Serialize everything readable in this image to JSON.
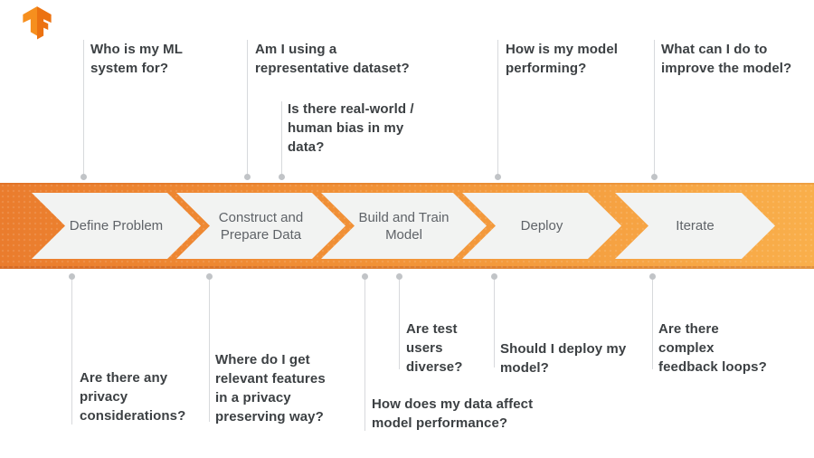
{
  "brand": {
    "logo": "TensorFlow"
  },
  "colors": {
    "band_left": "#EA7C2D",
    "band_right": "#F9AF4B",
    "chevron_fill": "#F2F3F2",
    "question_text": "#3C4043",
    "stage_text": "#5F6368",
    "connector_line": "#D7D9DC",
    "connector_dot": "#C1C4C7",
    "logo_orange_light": "#F68F1E",
    "logo_orange_dark": "#EC7211"
  },
  "stages": [
    {
      "label": "Define Problem"
    },
    {
      "label": "Construct and Prepare Data"
    },
    {
      "label": "Build and Train Model"
    },
    {
      "label": "Deploy"
    },
    {
      "label": "Iterate"
    }
  ],
  "top_questions": [
    {
      "text": "Who is my ML system for?"
    },
    {
      "text": "Am I using a representative dataset?"
    },
    {
      "text": "Is there real-world / human bias in my data?"
    },
    {
      "text": "How is my model performing?"
    },
    {
      "text": "What can I do to improve the model?"
    }
  ],
  "bottom_questions": [
    {
      "text": "Are there any privacy considerations?"
    },
    {
      "text": "Where do I get relevant features in a privacy preserving way?"
    },
    {
      "text": "How does my data affect model performance?"
    },
    {
      "text": "Are test users diverse?"
    },
    {
      "text": "Should I deploy my model?"
    },
    {
      "text": "Are there complex feedback loops?"
    }
  ]
}
